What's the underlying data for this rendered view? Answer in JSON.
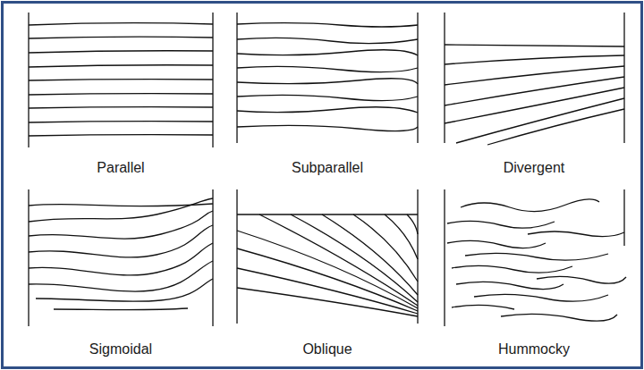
{
  "diagram": {
    "labels": [
      "Parallel",
      "Subparallel",
      "Divergent",
      "Sigmoidal",
      "Oblique",
      "Hummocky"
    ]
  }
}
